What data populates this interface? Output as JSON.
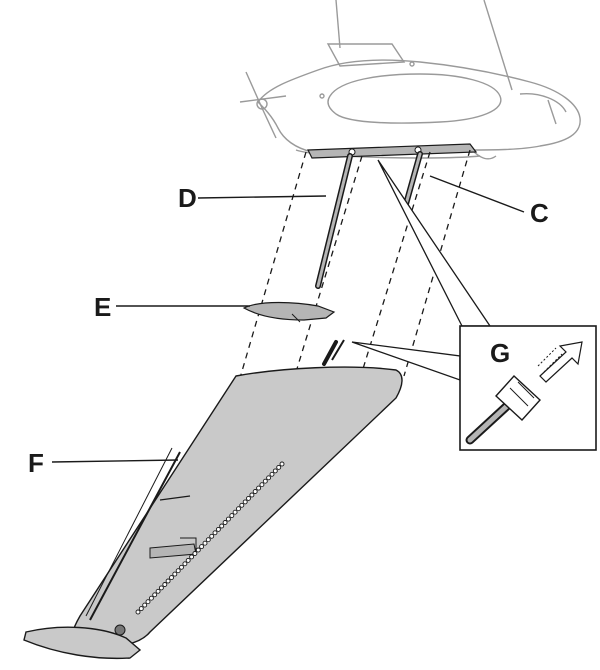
{
  "labels": {
    "c": "C",
    "d": "D",
    "e": "E",
    "f": "F",
    "g": "G"
  },
  "colors": {
    "line": "#1a1a1a",
    "wing_fill": "#c9c9c9",
    "fuselage_line": "#9a9a9a",
    "mount_fill": "#b5b5b5",
    "inset_bg": "#ffffff"
  }
}
